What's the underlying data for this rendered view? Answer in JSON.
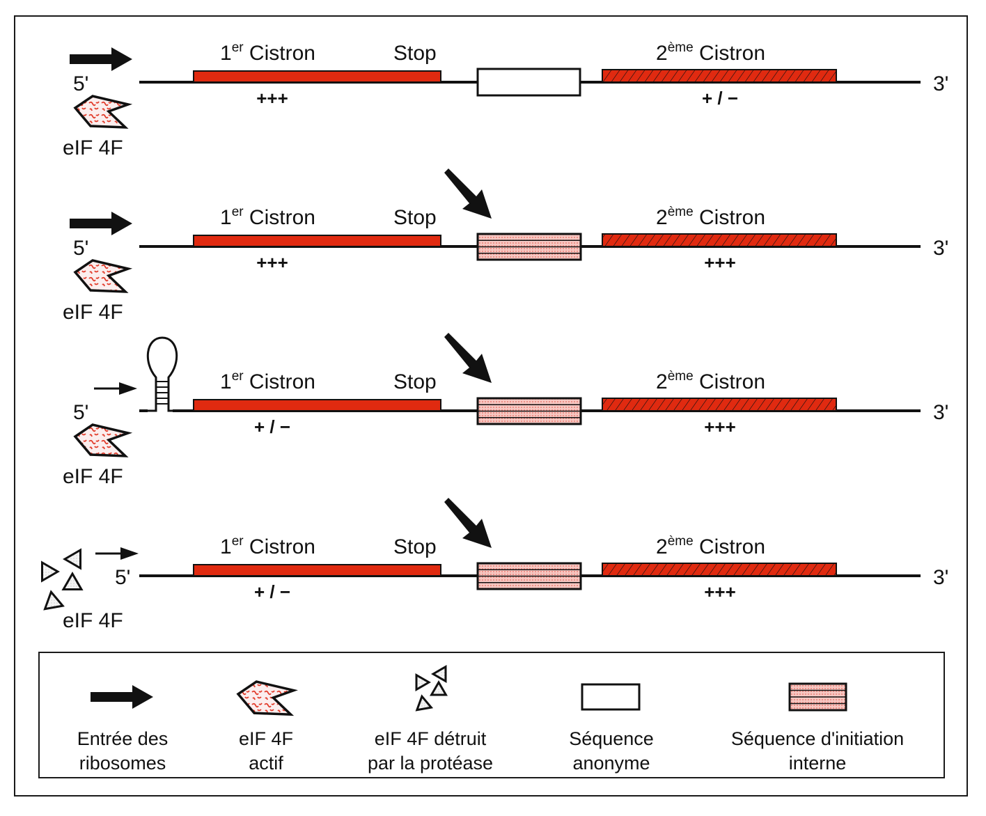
{
  "colors": {
    "cistron_red": "#e02a10",
    "ires_pink": "#f2b3ad",
    "ink": "#111111",
    "eif_dots": "#e23b2a"
  },
  "rows": [
    {
      "five_prime": "5'",
      "three_prime": "3'",
      "entry": "ribosome-entry-arrow-large",
      "cap_factor": "eif4f-active",
      "factor_label": "eIF 4F",
      "hairpin": false,
      "middle_sequence": "anonymous",
      "internal_arrow": false,
      "cistron1": {
        "num": "1",
        "sup": "er",
        "name": " Cistron",
        "score": "+++"
      },
      "stop": "Stop",
      "cistron2": {
        "num": "2",
        "sup": "ème",
        "name": " Cistron",
        "score": "+ / −"
      }
    },
    {
      "five_prime": "5'",
      "three_prime": "3'",
      "entry": "ribosome-entry-arrow-large",
      "cap_factor": "eif4f-active",
      "factor_label": "eIF 4F",
      "hairpin": false,
      "middle_sequence": "internal-initiation",
      "internal_arrow": true,
      "cistron1": {
        "num": "1",
        "sup": "er",
        "name": " Cistron",
        "score": "+++"
      },
      "stop": "Stop",
      "cistron2": {
        "num": "2",
        "sup": "ème",
        "name": " Cistron",
        "score": "+++"
      }
    },
    {
      "five_prime": "5'",
      "three_prime": "3'",
      "entry": "ribosome-entry-arrow-small",
      "cap_factor": "eif4f-active",
      "factor_label": "eIF 4F",
      "hairpin": true,
      "middle_sequence": "internal-initiation",
      "internal_arrow": true,
      "cistron1": {
        "num": "1",
        "sup": "er",
        "name": " Cistron",
        "score": "+ / −"
      },
      "stop": "Stop",
      "cistron2": {
        "num": "2",
        "sup": "ème",
        "name": " Cistron",
        "score": "+++"
      }
    },
    {
      "five_prime": "5'",
      "three_prime": "3'",
      "entry": "ribosome-entry-arrow-small",
      "cap_factor": "eif4f-destroyed",
      "factor_label": "eIF 4F",
      "hairpin": false,
      "middle_sequence": "internal-initiation",
      "internal_arrow": true,
      "cistron1": {
        "num": "1",
        "sup": "er",
        "name": " Cistron",
        "score": "+ / −"
      },
      "stop": "Stop",
      "cistron2": {
        "num": "2",
        "sup": "ème",
        "name": " Cistron",
        "score": "+++"
      }
    }
  ],
  "legend": [
    {
      "icon": "ribosome-entry-arrow",
      "line1": "Entrée des",
      "line2": "ribosomes"
    },
    {
      "icon": "eif4f-active",
      "line1": "eIF 4F",
      "line2": "actif"
    },
    {
      "icon": "eif4f-destroyed",
      "line1": "eIF 4F détruit",
      "line2": "par la protéase"
    },
    {
      "icon": "anonymous-sequence",
      "line1": "Séquence",
      "line2": "anonyme"
    },
    {
      "icon": "internal-initiation-sequence",
      "line1": "Séquence d'initiation",
      "line2": "interne"
    }
  ]
}
